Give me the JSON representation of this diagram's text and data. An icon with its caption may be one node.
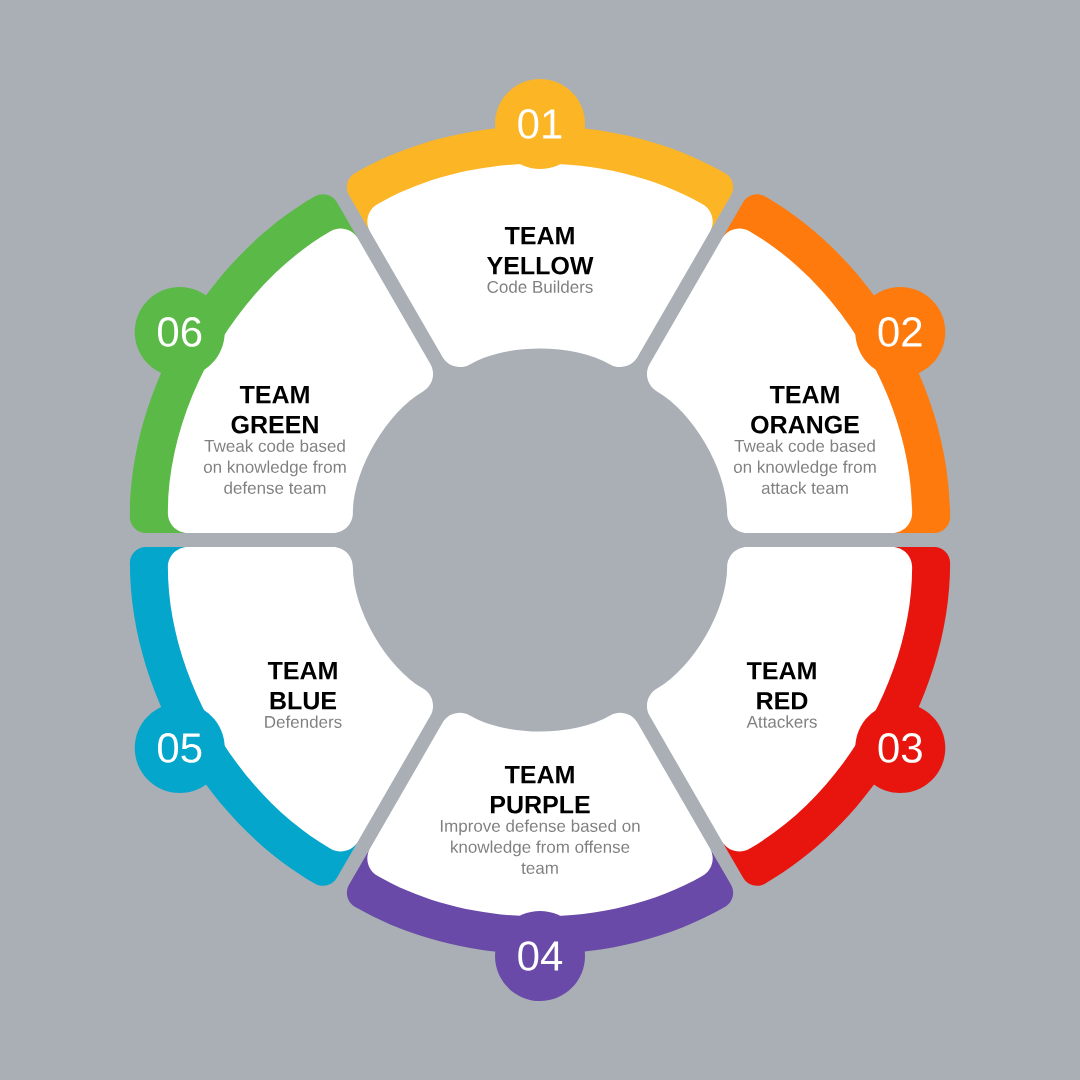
{
  "diagram": {
    "nodes": [
      {
        "text": [
          "TEAM YELLOW",
          "Code Builders"
        ],
        "beside": [
          "01"
        ]
      },
      {
        "text": [
          "TEAM ORANGE",
          "Tweak code based on knowledge from attack team"
        ],
        "beside": [
          "02"
        ]
      },
      {
        "text": [
          "TEAM RED",
          "Attackers"
        ],
        "beside": [
          "03"
        ]
      },
      {
        "text": [
          "TEAM PURPLE",
          "Improve defense based on knowledge from offense team"
        ],
        "beside": [
          "04"
        ]
      },
      {
        "text": [
          "TEAM BLUE",
          "Defenders"
        ],
        "beside": [
          "05"
        ]
      },
      {
        "text": [
          "TEAM GREEN",
          "Tweak code based on knowledge from defense team"
        ],
        "beside": [
          "06"
        ]
      }
    ],
    "edges": []
  }
}
